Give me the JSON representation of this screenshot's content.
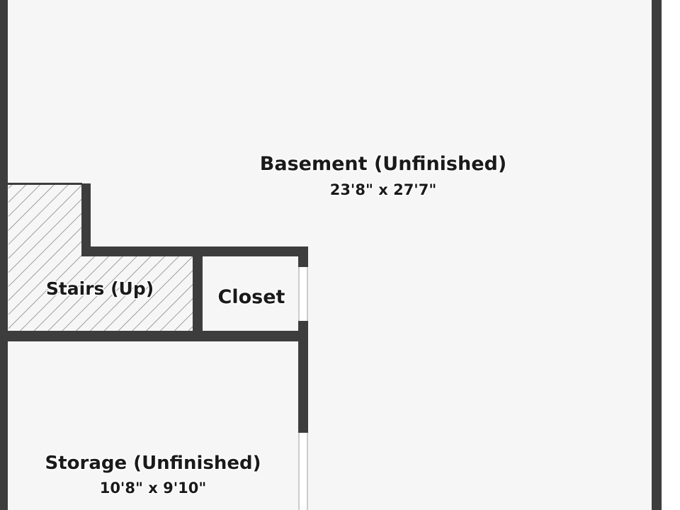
{
  "colors": {
    "wall": "#3d3d3d",
    "floor": "#f6f6f6",
    "hatch": "#7a7a7a",
    "text": "#1a1a1a",
    "opening": "#ffffff"
  },
  "rooms": {
    "basement": {
      "name": "Basement (Unfinished)",
      "dims": "23'8\" x 27'7\""
    },
    "stairs": {
      "name": "Stairs (Up)"
    },
    "closet": {
      "name": "Closet"
    },
    "storage": {
      "name": "Storage (Unfinished)",
      "dims": "10'8\" x 9'10\""
    }
  }
}
